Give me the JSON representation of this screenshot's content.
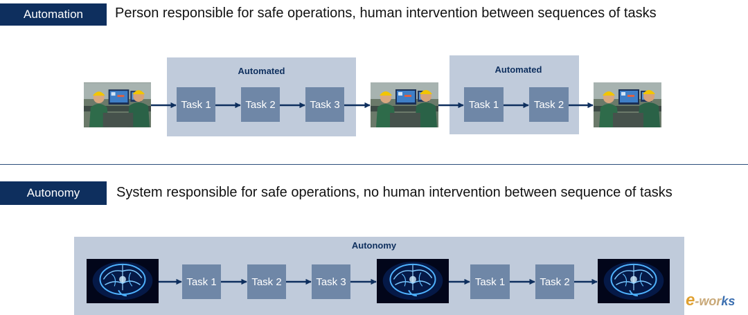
{
  "automation": {
    "tag": "Automation",
    "description": "Person responsible for safe operations, human intervention between sequences of tasks",
    "groups": [
      {
        "title": "Automated",
        "tasks": [
          "Task 1",
          "Task 2",
          "Task 3"
        ]
      },
      {
        "title": "Automated",
        "tasks": [
          "Task 1",
          "Task 2"
        ]
      }
    ]
  },
  "autonomy": {
    "tag": "Autonomy",
    "description": "System responsible for safe operations, no human intervention between sequence of tasks",
    "panel_title": "Autonomy",
    "groups": [
      {
        "tasks": [
          "Task 1",
          "Task 2",
          "Task 3"
        ]
      },
      {
        "tasks": [
          "Task 1",
          "Task 2"
        ]
      }
    ]
  },
  "icons": {
    "operator": "operator-photo-icon",
    "brain": "brain-icon"
  },
  "colors": {
    "tag_bg": "#0e2f5e",
    "panel_bg": "#c0cbdb",
    "task_bg": "#6f87a7",
    "arrow": "#0e2f5e"
  },
  "watermark": "e-works"
}
